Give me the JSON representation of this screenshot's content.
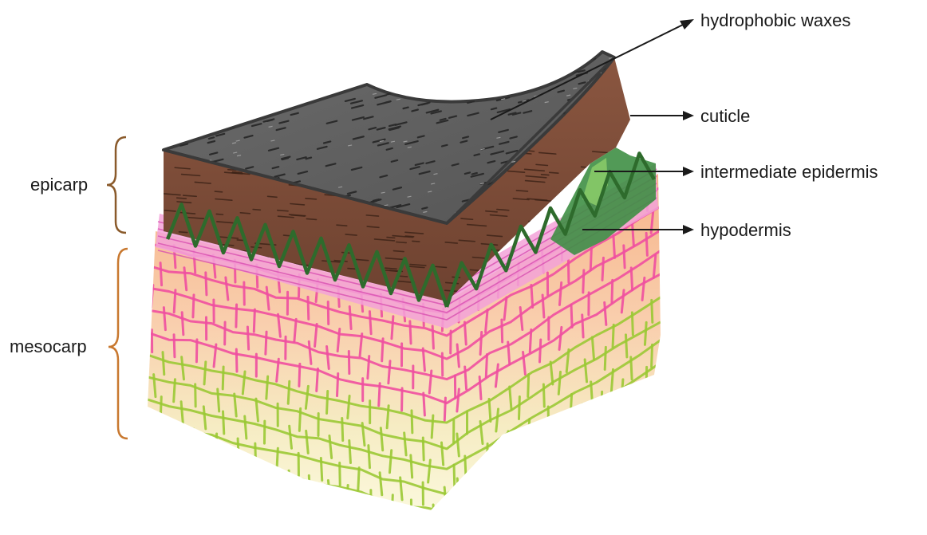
{
  "labels": {
    "hydrophobic_waxes": "hydrophobic waxes",
    "cuticle": "cuticle",
    "intermediate_epidermis": "intermediate epidermis",
    "hypodermis": "hypodermis",
    "epicarp": "epicarp",
    "mesocarp": "mesocarp"
  },
  "colors": {
    "wax_surface": "#5e5e5e",
    "wax_outline": "#3a3a3a",
    "cuticle": "#7a4a33",
    "cuticle_streak": "#3e2418",
    "epidermis_green": "#2e7d32",
    "hypodermis_pink": "#e86bc2",
    "mesocarp_orange": "#f7c79e",
    "mesocarp_pink_cells": "#ef4fa0",
    "mesocarp_yellow": "#f6f0bf",
    "mesocarp_green_cells": "#9bc935",
    "bracket_orange": "#c8782f",
    "bracket_brown": "#8a5a2b",
    "arrow": "#1a1a1a"
  }
}
